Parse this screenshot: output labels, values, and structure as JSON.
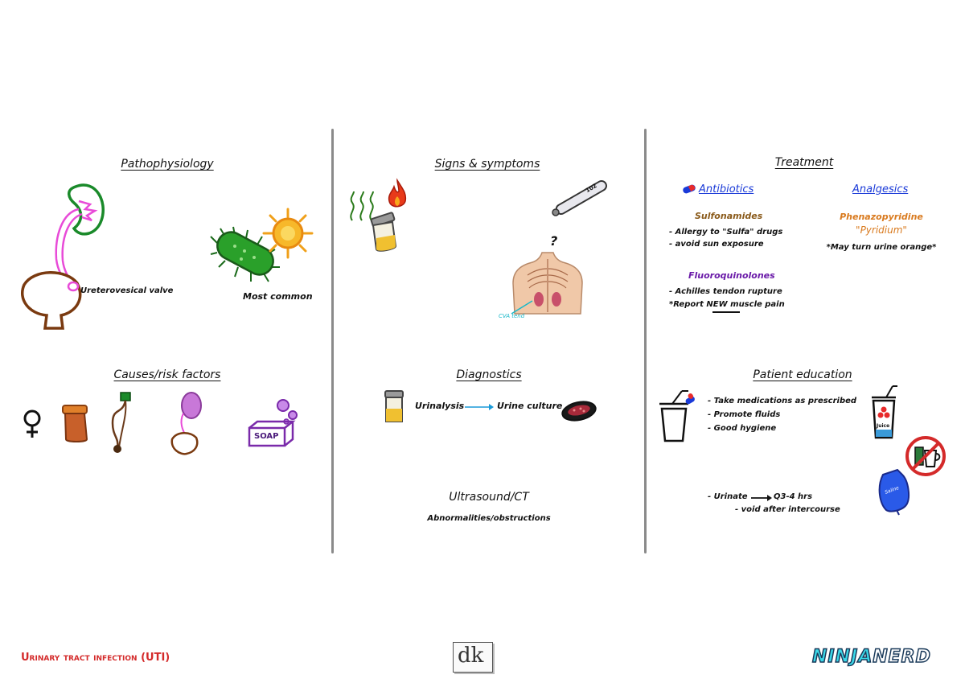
{
  "pathophysiology": {
    "heading": "Pathophysiology",
    "valve_label": "Ureterovesical valve",
    "bacteria_label": "Most common"
  },
  "causes": {
    "heading": "Causes/risk factors",
    "soap_label": "SOAP"
  },
  "signs": {
    "heading": "Signs & symptoms",
    "question_mark": "?",
    "thermometer_text": "102",
    "tenderness_label": "CVA tend"
  },
  "diagnostics": {
    "heading": "Diagnostics",
    "urinalysis": "Urinalysis",
    "urine_culture": "Urine culture",
    "imaging": "Ultrasound/CT",
    "imaging_note": "Abnormalities/obstructions"
  },
  "treatment": {
    "heading": "Treatment",
    "antibiotics": {
      "title": "Antibiotics",
      "sulfonamides": "Sulfonamides",
      "sulfa_notes": [
        "- Allergy to \"Sulfa\" drugs",
        "- avoid sun exposure"
      ],
      "fluoroquinolones": "Fluoroquinolones",
      "fluoro_notes": [
        "- Achilles tendon rupture",
        "*Report NEW muscle pain"
      ]
    },
    "analgesics": {
      "title": "Analgesics",
      "drug": "Phenazopyridine",
      "brand": "\"Pyridium\"",
      "note": "*May turn urine orange*"
    }
  },
  "education": {
    "heading": "Patient education",
    "items": [
      "- Take medications as prescribed",
      "- Promote fluids",
      "- Good hygiene"
    ],
    "urinate": "- Urinate",
    "urinate_freq": "Q3-4 hrs",
    "void_note": "- void after intercourse",
    "juice_label": "Juice",
    "bag_label": "Saline"
  },
  "footer": {
    "title": "Urinary tract infection (UTI)",
    "center_logo": "dk",
    "brand_left": "NINJA",
    "brand_right": "NERD"
  },
  "colors": {
    "footer_title": "#d42a2a",
    "antibiotics": "#1a3ad8",
    "analgesics": "#d97a1e",
    "sulfonamides": "#8a5a1a",
    "fluoroquinolones": "#6a1aa8",
    "divider": "#8a8a8a",
    "ureter": "#e84bd8",
    "kidney_outline": "#1a8a2a",
    "bladder": "#7a3a10",
    "bacteria": "#2aa02a",
    "virus": "#f0a01a",
    "arrow": "#1a9ad8"
  }
}
